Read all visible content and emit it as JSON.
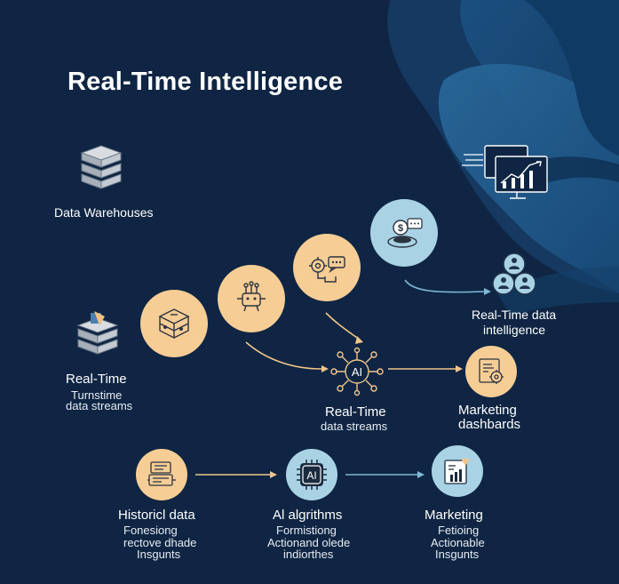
{
  "title": "Real-Time Intelligence",
  "colors": {
    "background": "#0f2543",
    "accent_orange": "#f6cd95",
    "accent_blue": "#a9d3e5",
    "arrow_blue": "#7fb9d6",
    "arrow_orange": "#f1c58a",
    "icon_stroke": "#1f2f45"
  },
  "nodes": {
    "data_warehouses": {
      "label": "Data Warehouses",
      "icon": "server-stack-icon"
    },
    "real_time_source": {
      "label": "Real-Time",
      "sub_line1": "Turnstime",
      "sub_line2": "data streams",
      "icon": "server-stack-icon"
    },
    "step_database": {
      "icon": "database-box-icon"
    },
    "step_processor": {
      "icon": "processor-icon"
    },
    "step_gear_chat": {
      "icon": "gear-chat-icon"
    },
    "step_money_chat": {
      "icon": "money-chat-icon"
    },
    "monitor": {
      "icon": "monitor-chart-icon"
    },
    "real_time_data_intelligence": {
      "line1": "Real-Time data",
      "line2": "intelligence",
      "icon": "people-group-icon"
    },
    "ai_hub": {
      "label": "Real-Time",
      "sub": "data streams",
      "icon": "ai-network-icon"
    },
    "marketing_dashboards": {
      "line1": "Marketing",
      "line2": "dashbards",
      "icon": "dashboard-gear-icon"
    },
    "historic_data": {
      "label": "Historicl data",
      "sub_line1": "Fonesiong",
      "sub_line2": "rectove dhade",
      "sub_line3": "Insgunts",
      "icon": "document-stack-icon"
    },
    "ai_algorithms": {
      "label": "Al algrithms",
      "sub_line1": "Formistiong",
      "sub_line2": "Actionand olede",
      "sub_line3": "indiorthes",
      "icon": "ai-chip-icon",
      "chip_text": "AI"
    },
    "marketing": {
      "label": "Marketing",
      "sub_line1": "Fetioing",
      "sub_line2": "Actionable",
      "sub_line3": "Insgunts",
      "icon": "bar-chart-icon"
    }
  },
  "hub_text": "AI"
}
